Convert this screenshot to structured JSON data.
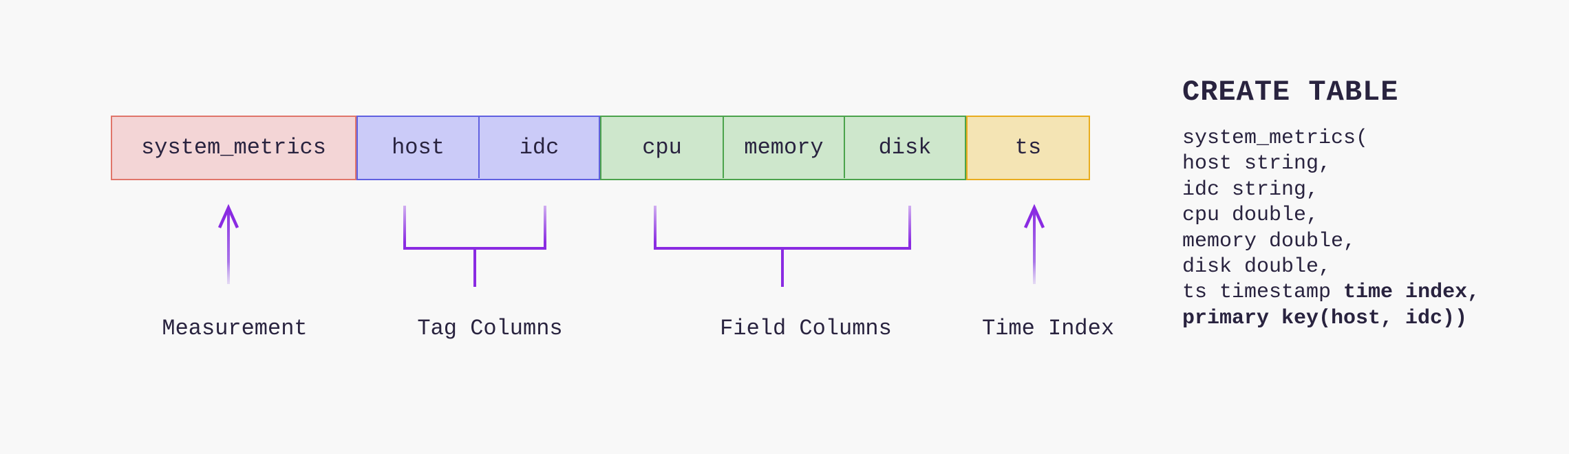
{
  "diagram": {
    "table_bar": {
      "measurement": {
        "label": "system_metrics",
        "fill": "#f3d5d6",
        "border": "#e0756a"
      },
      "tag_columns": {
        "labels": [
          "host",
          "idc"
        ],
        "fill": "#cbcbf8",
        "border": "#6060e0"
      },
      "field_columns": {
        "labels": [
          "cpu",
          "memory",
          "disk"
        ],
        "fill": "#cee7cc",
        "border": "#4ba34b"
      },
      "time_index": {
        "label": "ts",
        "fill": "#f4e4b4",
        "border": "#e9ac1d"
      }
    },
    "annotations": [
      {
        "type": "arrow-up",
        "label": "Measurement"
      },
      {
        "type": "bracket",
        "label": "Tag Columns"
      },
      {
        "type": "bracket",
        "label": "Field Columns"
      },
      {
        "type": "arrow-up",
        "label": "Time Index"
      }
    ],
    "accent_purple": "#8a2be2",
    "background": "#f8f8f8",
    "text_color": "#29233f"
  },
  "sql": {
    "title": "CREATE TABLE",
    "lines": [
      [
        {
          "text": "system_metrics(",
          "bold": false
        }
      ],
      [
        {
          "text": "host string,",
          "bold": false
        }
      ],
      [
        {
          "text": "idc string,",
          "bold": false
        }
      ],
      [
        {
          "text": "cpu double,",
          "bold": false
        }
      ],
      [
        {
          "text": "memory double,",
          "bold": false
        }
      ],
      [
        {
          "text": "disk double,",
          "bold": false
        }
      ],
      [
        {
          "text": "ts timestamp ",
          "bold": false
        },
        {
          "text": "time index,",
          "bold": true
        }
      ],
      [
        {
          "text": "primary key(host, idc))",
          "bold": true
        }
      ]
    ]
  }
}
